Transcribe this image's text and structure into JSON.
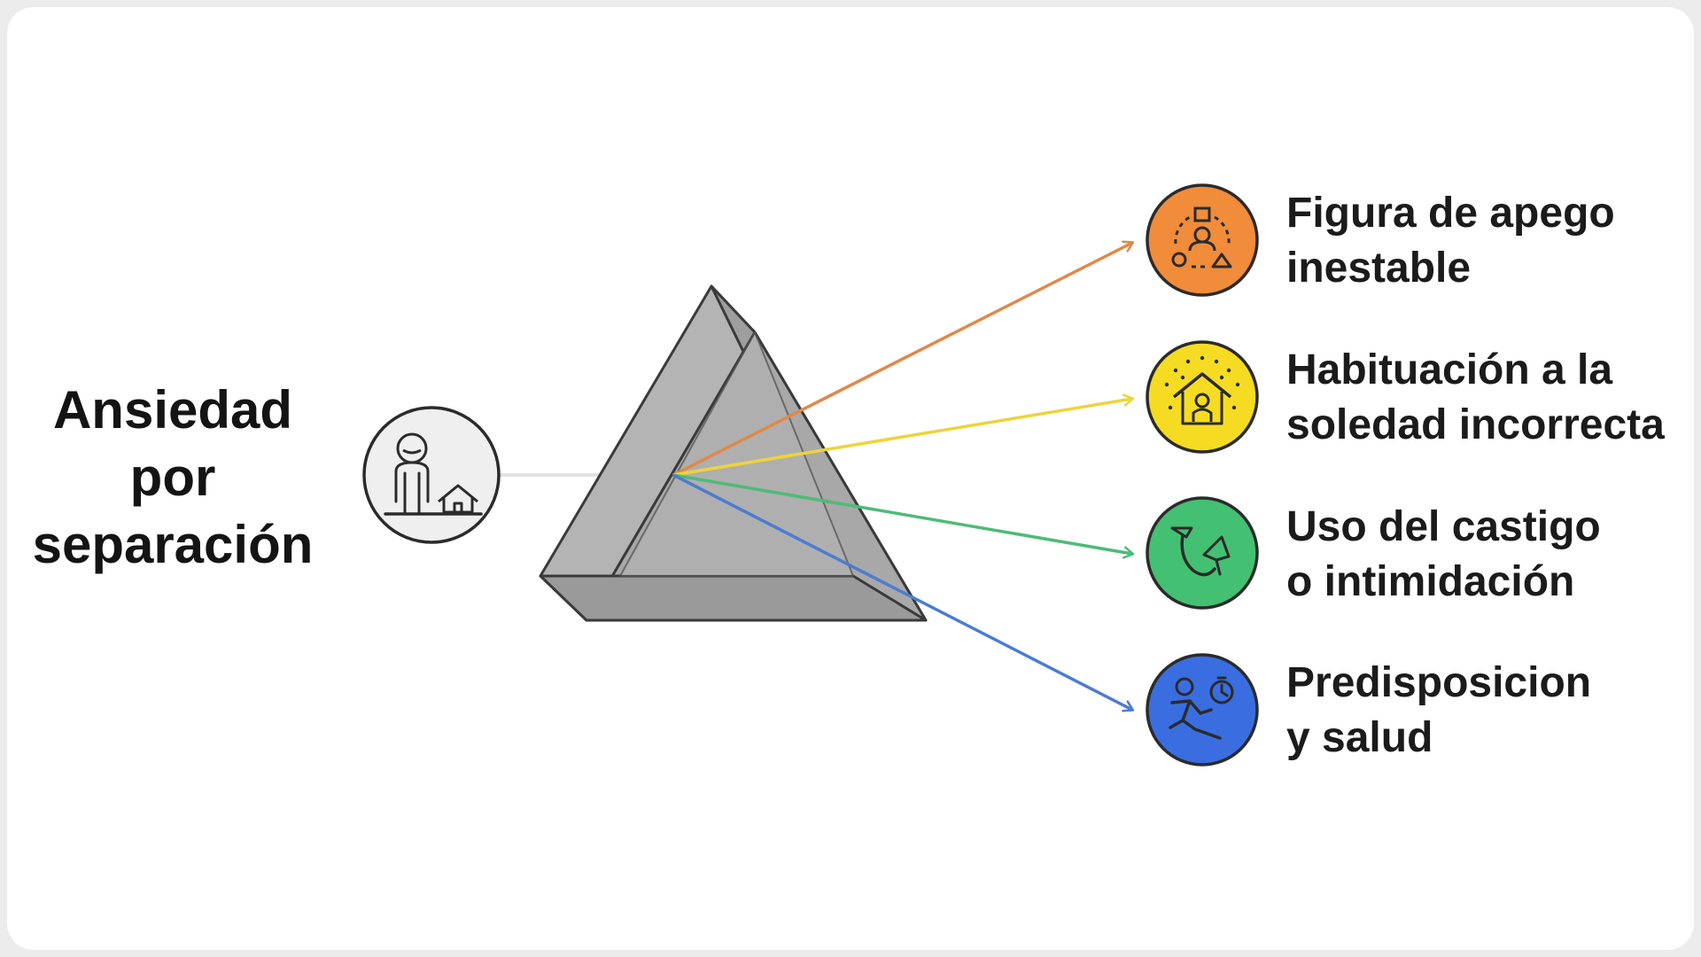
{
  "diagram": {
    "source": {
      "title_lines": [
        "Ansiedad",
        "por",
        "separación"
      ],
      "icon": "person-home-icon"
    },
    "prism": {
      "fill": "#a9a9a9",
      "fill_light": "#b8b8b8",
      "stroke": "#3a3a3a"
    },
    "factors": [
      {
        "lines": [
          "Figura de apego",
          "inestable"
        ],
        "color": "#f08c3a",
        "ray_color": "#e0894a",
        "icon": "attachment-figure-icon"
      },
      {
        "lines": [
          "Habituación a la",
          "soledad incorrecta"
        ],
        "color": "#f5dc22",
        "ray_color": "#ecd43a",
        "icon": "alone-home-icon"
      },
      {
        "lines": [
          "Uso del castigo",
          "o intimidación"
        ],
        "color": "#44c072",
        "ray_color": "#4dbb78",
        "icon": "punishment-icon"
      },
      {
        "lines": [
          "Predisposicion",
          "y salud"
        ],
        "color": "#3a6ee0",
        "ray_color": "#4d7cd0",
        "icon": "health-running-icon"
      }
    ]
  }
}
